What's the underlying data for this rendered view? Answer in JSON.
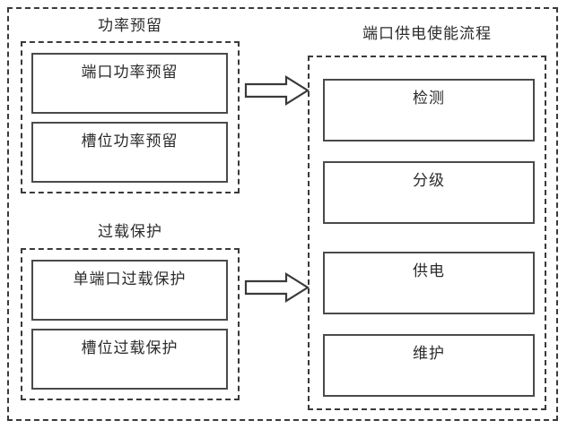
{
  "diagram": {
    "title_visible": false,
    "background": "#ffffff",
    "line_color": "#3a3a3a",
    "box_border_color": "#4a4a4a",
    "text_color": "#2b2b2b"
  },
  "left_column": {
    "groups": [
      {
        "title": "功率预留",
        "items": [
          {
            "label": "端口功率预留"
          },
          {
            "label": "槽位功率预留"
          }
        ]
      },
      {
        "title": "过载保护",
        "items": [
          {
            "label": "单端口过载保护"
          },
          {
            "label": "槽位过载保护"
          }
        ]
      }
    ]
  },
  "right_column": {
    "title": "端口供电使能流程",
    "steps": [
      {
        "label": "检测"
      },
      {
        "label": "分级"
      },
      {
        "label": "供电"
      },
      {
        "label": "维护"
      }
    ]
  },
  "connectors": [
    {
      "name": "arrow-power-reserve-to-flow",
      "direction": "right",
      "style": "hollow-block-arrow"
    },
    {
      "name": "arrow-overload-protection-to-flow",
      "direction": "right",
      "style": "hollow-block-arrow"
    }
  ]
}
